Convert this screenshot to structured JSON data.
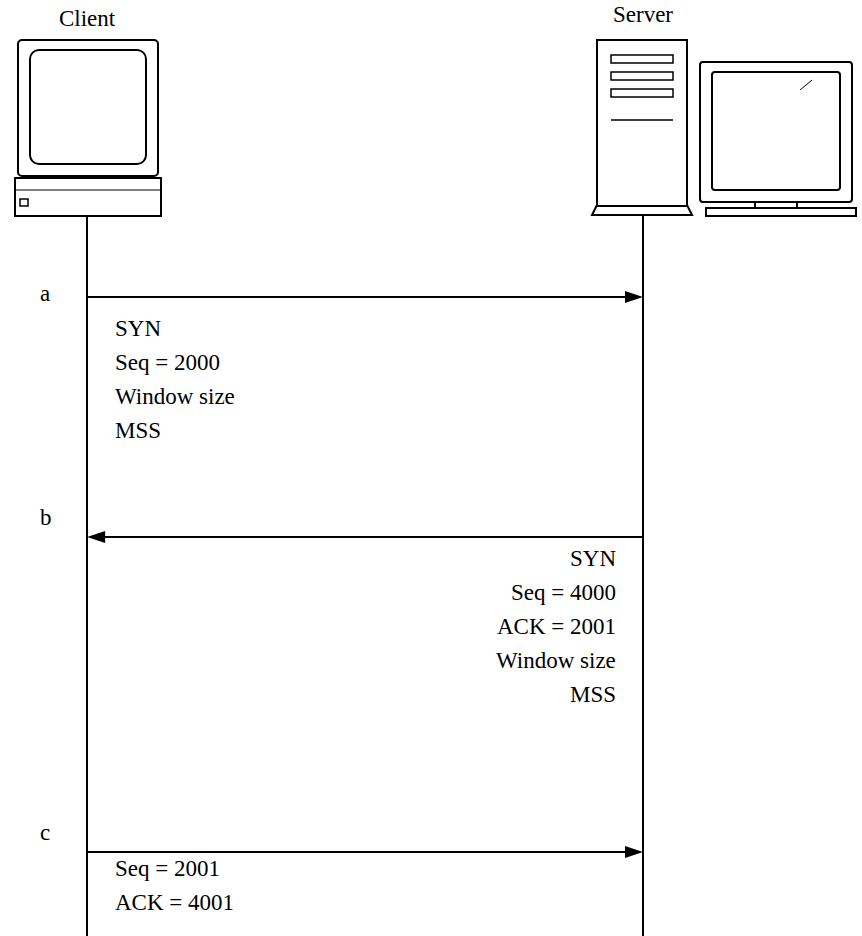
{
  "diagram": {
    "nodes": [
      {
        "text": [
          "Client"
        ]
      },
      {
        "text": [
          "Server"
        ]
      }
    ],
    "edges": [
      {
        "from": 0,
        "to": 1,
        "arrow": "to"
      },
      {
        "from": 1,
        "to": 0,
        "arrow": "to"
      },
      {
        "from": 0,
        "to": 1,
        "arrow": "to"
      }
    ],
    "labels": [
      "a",
      "SYN",
      "Seq = 2000",
      "Window size",
      "MSS",
      "b",
      "SYN",
      "Seq = 4000",
      "ACK = 2001",
      "Window size",
      "MSS",
      "c",
      "Seq = 2001",
      "ACK = 4001"
    ]
  }
}
